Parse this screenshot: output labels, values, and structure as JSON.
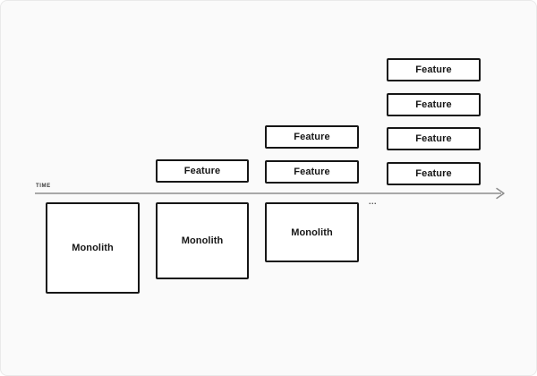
{
  "canvas": {
    "background": "#fafafa",
    "border_color": "#e9e9e9"
  },
  "timeline": {
    "label": "TIME",
    "ellipsis": "...",
    "line_color": "#8c8c8c",
    "arrow_icon": "arrow-right"
  },
  "columns": [
    {
      "name": "stage-1",
      "monolith": {
        "label": "Monolith"
      },
      "features": []
    },
    {
      "name": "stage-2",
      "monolith": {
        "label": "Monolith"
      },
      "features": [
        {
          "label": "Feature"
        }
      ]
    },
    {
      "name": "stage-3",
      "monolith": {
        "label": "Monolith"
      },
      "features": [
        {
          "label": "Feature"
        },
        {
          "label": "Feature"
        }
      ]
    },
    {
      "name": "stage-4",
      "features": [
        {
          "label": "Feature"
        },
        {
          "label": "Feature"
        },
        {
          "label": "Feature"
        },
        {
          "label": "Feature"
        }
      ]
    }
  ],
  "colors": {
    "box_border": "#161616",
    "box_fill": "#ffffff",
    "text": "#161616",
    "line": "#8c8c8c"
  }
}
